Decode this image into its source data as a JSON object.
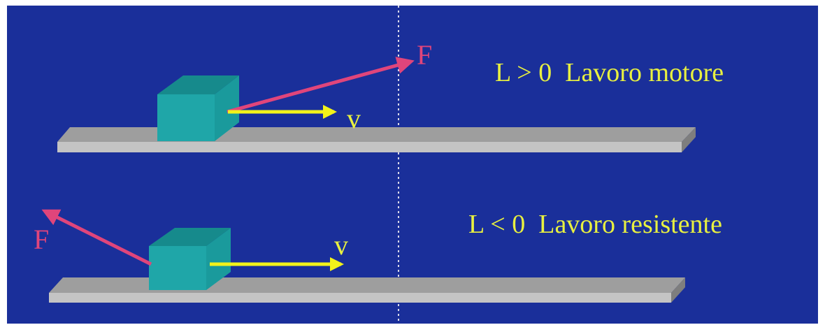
{
  "scenes": [
    {
      "force_label": "F",
      "velocity_label": "v",
      "caption": "L > 0  Lavoro motore"
    },
    {
      "force_label": "F",
      "velocity_label": "v",
      "caption": "L < 0  Lavoro resistente"
    }
  ],
  "colors": {
    "background": "#1a2f9a",
    "force": "#e0457b",
    "velocity": "#f2f21a",
    "text": "#e8f040",
    "block": "#1fa6a8",
    "plane": "#9a9a9a"
  }
}
